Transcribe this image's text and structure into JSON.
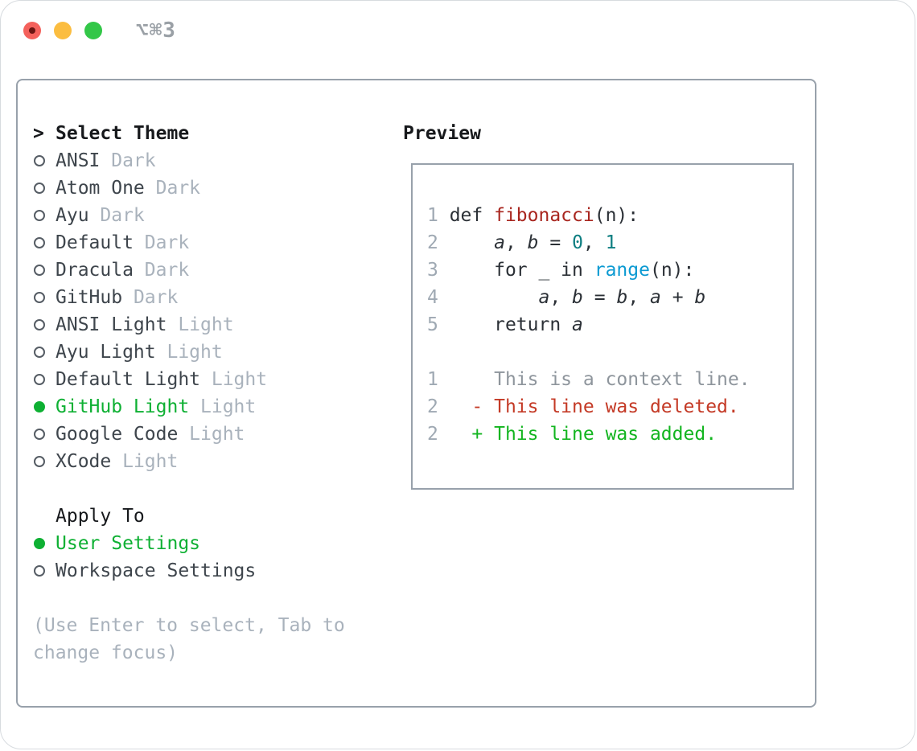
{
  "window": {
    "title": "⌥⌘3",
    "traffic_lights": [
      "close",
      "minimize",
      "zoom"
    ]
  },
  "theme_panel": {
    "pointer": ">",
    "header": "Select Theme",
    "themes": [
      {
        "name": "ANSI",
        "variant": "Dark",
        "selected": false
      },
      {
        "name": "Atom One",
        "variant": "Dark",
        "selected": false
      },
      {
        "name": "Ayu",
        "variant": "Dark",
        "selected": false
      },
      {
        "name": "Default",
        "variant": "Dark",
        "selected": false
      },
      {
        "name": "Dracula",
        "variant": "Dark",
        "selected": false
      },
      {
        "name": "GitHub",
        "variant": "Dark",
        "selected": false
      },
      {
        "name": "ANSI Light",
        "variant": "Light",
        "selected": false
      },
      {
        "name": "Ayu Light",
        "variant": "Light",
        "selected": false
      },
      {
        "name": "Default Light",
        "variant": "Light",
        "selected": false
      },
      {
        "name": "GitHub Light",
        "variant": "Light",
        "selected": true
      },
      {
        "name": "Google Code",
        "variant": "Light",
        "selected": false
      },
      {
        "name": "XCode",
        "variant": "Light",
        "selected": false
      }
    ],
    "apply_to": {
      "header": "Apply To",
      "options": [
        {
          "name": "User Settings",
          "selected": true
        },
        {
          "name": "Workspace Settings",
          "selected": false
        }
      ]
    },
    "help": [
      "(Use Enter to select, Tab to",
      "change focus)"
    ]
  },
  "preview": {
    "title": "Preview",
    "code_lines": [
      {
        "segs": [
          {
            "t": "1 ",
            "c": "lineno"
          },
          {
            "t": "def ",
            "c": "fg"
          },
          {
            "t": "fibonacci",
            "c": "func"
          },
          {
            "t": "(n):",
            "c": "fg"
          }
        ]
      },
      {
        "segs": [
          {
            "t": "2 ",
            "c": "lineno"
          },
          {
            "t": "    ",
            "c": "fg"
          },
          {
            "t": "a",
            "c": "fg",
            "i": true
          },
          {
            "t": ", ",
            "c": "fg"
          },
          {
            "t": "b",
            "c": "fg",
            "i": true
          },
          {
            "t": " = ",
            "c": "fg"
          },
          {
            "t": "0",
            "c": "num"
          },
          {
            "t": ", ",
            "c": "fg"
          },
          {
            "t": "1",
            "c": "num"
          }
        ]
      },
      {
        "segs": [
          {
            "t": "3 ",
            "c": "lineno"
          },
          {
            "t": "    for _ in ",
            "c": "fg"
          },
          {
            "t": "range",
            "c": "builtin"
          },
          {
            "t": "(n):",
            "c": "fg"
          }
        ]
      },
      {
        "segs": [
          {
            "t": "4 ",
            "c": "lineno"
          },
          {
            "t": "        ",
            "c": "fg"
          },
          {
            "t": "a",
            "c": "fg",
            "i": true
          },
          {
            "t": ", ",
            "c": "fg"
          },
          {
            "t": "b",
            "c": "fg",
            "i": true
          },
          {
            "t": " = ",
            "c": "fg"
          },
          {
            "t": "b",
            "c": "fg",
            "i": true
          },
          {
            "t": ", ",
            "c": "fg"
          },
          {
            "t": "a",
            "c": "fg",
            "i": true
          },
          {
            "t": " + ",
            "c": "fg"
          },
          {
            "t": "b",
            "c": "fg",
            "i": true
          }
        ]
      },
      {
        "segs": [
          {
            "t": "5 ",
            "c": "lineno"
          },
          {
            "t": "    return ",
            "c": "fg"
          },
          {
            "t": "a",
            "c": "fg",
            "i": true
          }
        ]
      }
    ],
    "diff_lines": [
      {
        "segs": [
          {
            "t": "1 ",
            "c": "lineno"
          },
          {
            "t": "    This is a context line.",
            "c": "ctx"
          }
        ]
      },
      {
        "segs": [
          {
            "t": "2 ",
            "c": "lineno"
          },
          {
            "t": "  - This line was deleted.",
            "c": "del"
          }
        ]
      },
      {
        "segs": [
          {
            "t": "2 ",
            "c": "lineno"
          },
          {
            "t": "  + This line was added.",
            "c": "add"
          }
        ]
      }
    ]
  },
  "colors": {
    "window-border": "#d7dbdf",
    "panel-border": "#98a1ab",
    "traffic-close": "#f4615c",
    "traffic-close-dot": "#6b1512",
    "traffic-minimize": "#fbbd40",
    "traffic-zoom": "#33c748",
    "title-gray": "#9aa0a6",
    "text-dark": "#17191c",
    "text-item": "#3e454c",
    "text-muted": "#a9b2bc",
    "accent-selected": "#0eb033",
    "code-fg": "#2b3036",
    "code-lineno": "#9fa9b3",
    "code-func": "#a8251e",
    "code-num": "#0d7e81",
    "code-builtin": "#0c9ad2",
    "diff-context": "#8e959c",
    "diff-deleted": "#c43a26",
    "diff-added": "#13b520"
  }
}
